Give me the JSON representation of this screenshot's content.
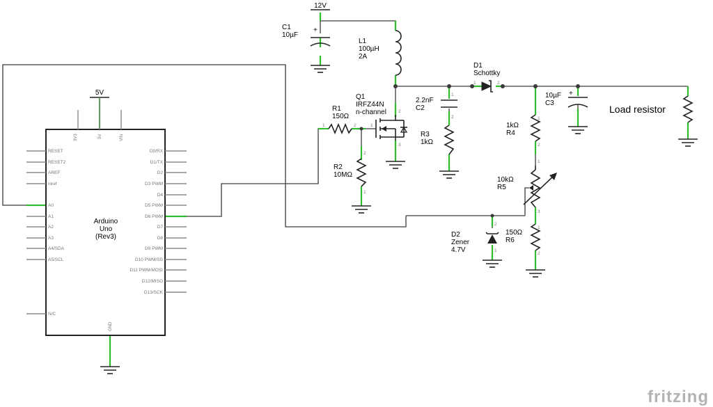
{
  "power": {
    "v12": "12V",
    "v5": "5V"
  },
  "components": {
    "c1": {
      "ref": "C1",
      "value": "10µF"
    },
    "l1": {
      "ref": "L1",
      "value": "100µH",
      "rating": "2A"
    },
    "d1": {
      "ref": "D1",
      "type": "Schottky"
    },
    "q1": {
      "ref": "Q1",
      "part": "IRFZ44N",
      "type": "n-channel"
    },
    "r1": {
      "ref": "R1",
      "value": "150Ω"
    },
    "r2": {
      "ref": "R2",
      "value": "10MΩ"
    },
    "c2": {
      "ref": "C2",
      "value": "2.2nF"
    },
    "r3": {
      "ref": "R3",
      "value": "1kΩ"
    },
    "c3": {
      "ref": "C3",
      "value": "10µF"
    },
    "r4": {
      "ref": "R4",
      "value": "1kΩ"
    },
    "r5": {
      "ref": "R5",
      "value": "10kΩ"
    },
    "r6": {
      "ref": "R6",
      "value": "150Ω"
    },
    "d2": {
      "ref": "D2",
      "type": "Zener",
      "value": "4.7V"
    },
    "load": {
      "label": "Load resistor"
    }
  },
  "arduino": {
    "name": "Arduino",
    "model": "Uno",
    "rev": "(Rev3)",
    "top_pins": [
      "3V3",
      "5V",
      "VIN"
    ],
    "bottom_pin": "GND",
    "left_pins": [
      "RESET",
      "RESET2",
      "AREF",
      "ioref",
      "A0",
      "A1",
      "A2",
      "A3",
      "A4/SDA",
      "A5/SCL",
      "N/C"
    ],
    "right_pins": [
      "D0/RX",
      "D1/TX",
      "D2",
      "D3 PWM",
      "D4",
      "D5 PWM",
      "D6 PWM",
      "D7",
      "D8",
      "D9 PWM",
      "D10 PWM/SS",
      "D11 PWM/MOSI",
      "D12/MISO",
      "D13/SCK"
    ]
  },
  "pin_numbers": {
    "one": "1",
    "two": "2",
    "three": "3"
  },
  "logo": "fritzing"
}
